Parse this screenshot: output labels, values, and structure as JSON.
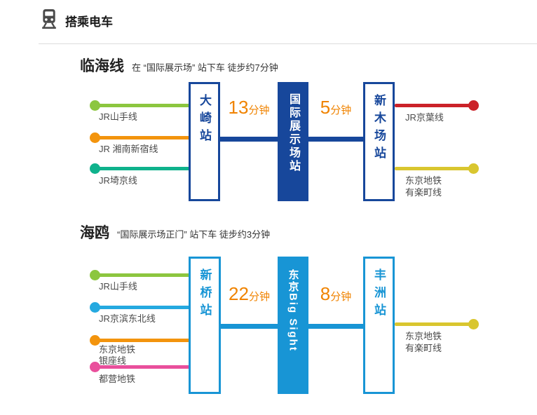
{
  "header": {
    "title": "搭乘电车",
    "icon": "train-icon"
  },
  "theme": {
    "navy": "#17479B",
    "blue": "#1895D5",
    "orange_text": "#F08300",
    "divider": "#DCDCDC",
    "label_gray": "#4A4A4A"
  },
  "sections": [
    {
      "title": "临海线",
      "subtitle": "在 “国际展示场” 站下车 徒步约7分钟",
      "stations": {
        "left": "大崎站",
        "center": "国际展示场站",
        "right": "新木场站"
      },
      "durations": {
        "left": {
          "num": "13",
          "unit": "分钟"
        },
        "right": {
          "num": "5",
          "unit": "分钟"
        }
      },
      "left_lines": [
        {
          "label": "JR山手线",
          "color": "#8CC63F"
        },
        {
          "label": "JR 湘南新宿线",
          "color": "#F3940D"
        },
        {
          "label": "JR埼京线",
          "color": "#0FB28C"
        }
      ],
      "right_lines": [
        {
          "label": "JR京葉线",
          "color": "#CB2229"
        },
        {
          "label": "东京地铁\n有楽町线",
          "color": "#D9C62F"
        }
      ]
    },
    {
      "title": "海鸥",
      "subtitle": "“国际展示场正门” 站下车 徒步约3分钟",
      "stations": {
        "left": "新桥站",
        "center": "东京Big Sight",
        "right": "丰洲站"
      },
      "durations": {
        "left": {
          "num": "22",
          "unit": "分钟"
        },
        "right": {
          "num": "8",
          "unit": "分钟"
        }
      },
      "left_lines": [
        {
          "label": "JR山手线",
          "color": "#8CC63F"
        },
        {
          "label": "JR京滨东北线",
          "color": "#25A9E0"
        },
        {
          "label": "东京地铁\n银座线",
          "color": "#F3940D"
        },
        {
          "label": "都营地铁",
          "color": "#E94F9C"
        }
      ],
      "right_lines": [
        {
          "label": "东京地铁\n有楽町线",
          "color": "#D9C62F"
        }
      ]
    }
  ]
}
